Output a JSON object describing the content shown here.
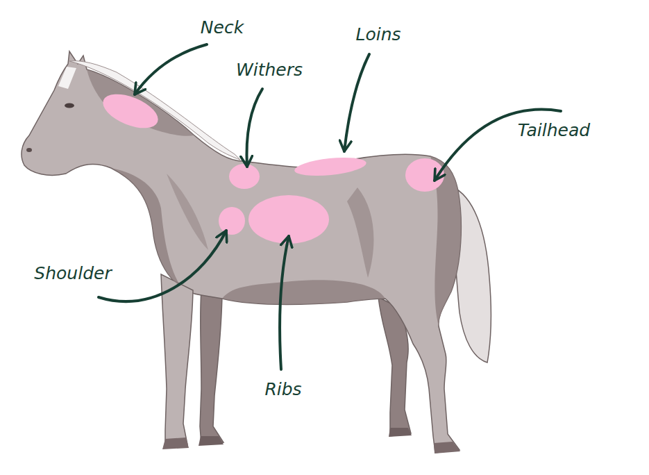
{
  "diagram": {
    "labels": [
      "Neck",
      "Withers",
      "Loins",
      "Tailhead",
      "Shoulder",
      "Ribs"
    ]
  }
}
